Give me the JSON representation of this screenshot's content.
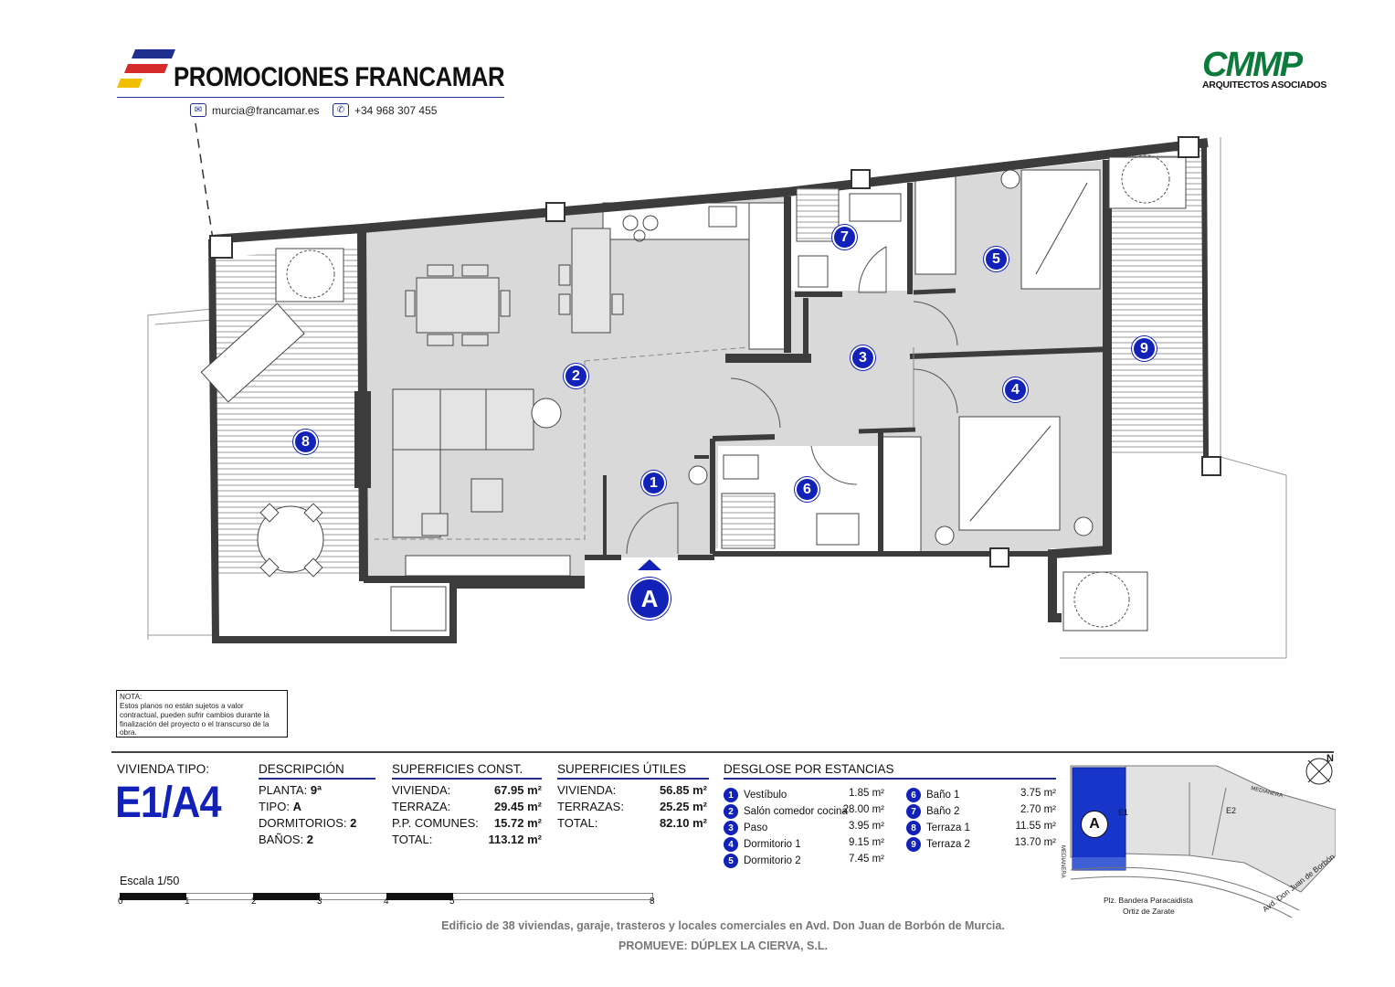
{
  "brand": {
    "name": "PROMOCIONES FRANCAMAR",
    "email": "murcia@francamar.es",
    "phone": "+34 968 307 455"
  },
  "architect": {
    "logo_text": "CMMP",
    "subtitle": "ARQUITECTOS ASOCIADOS"
  },
  "plan": {
    "room_markers": [
      "1",
      "2",
      "3",
      "4",
      "5",
      "6",
      "7",
      "8",
      "9"
    ],
    "entrance_label": "A"
  },
  "note": {
    "title": "NOTA:",
    "text": "Estos planos no están sujetos a valor contractual, pueden sufrir cambios durante la finalización del proyecto o el transcurso de la obra."
  },
  "unit": {
    "label": "VIVIENDA TIPO:",
    "code": "E1/A4"
  },
  "descripcion": {
    "heading": "DESCRIPCIÓN",
    "rows": [
      {
        "label": "PLANTA:",
        "value": "9ª"
      },
      {
        "label": "TIPO:",
        "value": "A"
      },
      {
        "label": "DORMITORIOS:",
        "value": "2"
      },
      {
        "label": "BAÑOS:",
        "value": "2"
      }
    ]
  },
  "superficies_const": {
    "heading": "SUPERFICIES CONST.",
    "rows": [
      {
        "label": "VIVIENDA:",
        "value": "67.95 m²"
      },
      {
        "label": "TERRAZA:",
        "value": "29.45 m²"
      },
      {
        "label": "P.P. COMUNES:",
        "value": "15.72 m²"
      },
      {
        "label": "TOTAL:",
        "value": "113.12 m²"
      }
    ]
  },
  "superficies_utiles": {
    "heading": "SUPERFICIES ÚTILES",
    "rows": [
      {
        "label": "VIVIENDA:",
        "value": "56.85 m²"
      },
      {
        "label": "TERRAZAS:",
        "value": "25.25 m²"
      },
      {
        "label": "TOTAL:",
        "value": "82.10 m²"
      }
    ]
  },
  "desglose": {
    "heading": "DESGLOSE POR ESTANCIAS",
    "col1": [
      {
        "num": "1",
        "name": "Vestíbulo",
        "area": "1.85 m²"
      },
      {
        "num": "2",
        "name": "Salón comedor cocina",
        "area": "28.00 m²"
      },
      {
        "num": "3",
        "name": "Paso",
        "area": "3.95 m²"
      },
      {
        "num": "4",
        "name": "Dormitorio 1",
        "area": "9.15 m²"
      },
      {
        "num": "5",
        "name": "Dormitorio 2",
        "area": "7.45 m²"
      }
    ],
    "col2": [
      {
        "num": "6",
        "name": "Baño 1",
        "area": "3.75 m²"
      },
      {
        "num": "7",
        "name": "Baño 2",
        "area": "2.70 m²"
      },
      {
        "num": "8",
        "name": "Terraza 1",
        "area": "11.55 m²"
      },
      {
        "num": "9",
        "name": "Terraza 2",
        "area": "13.70 m²"
      }
    ]
  },
  "scale": {
    "label": "Escala 1/50",
    "ticks": [
      "0",
      "1",
      "2",
      "3",
      "4",
      "5",
      "8"
    ]
  },
  "site_plan": {
    "north": "N",
    "medianera_top": "MEDIANERA",
    "medianera_left": "MEDIANERA",
    "block_a": "A",
    "e1": "E1",
    "e2": "E2",
    "street_1": "Plz. Bandera Paracaidista",
    "street_2": "Ortiz de Zarate",
    "street_3": "Avd. Don Juan de Borbón"
  },
  "footer": {
    "line1": "Edificio de 38 viviendas, garaje, trasteros y locales comerciales en Avd. Don Juan de Borbón de Murcia.",
    "line2": "PROMUEVE: DÚPLEX LA CIERVA, S.L."
  },
  "colors": {
    "accent_blue": "#1222b8",
    "rule_blue": "#1f2f8f",
    "cmmp_green": "#0c7a3b",
    "floor_grey": "#d9d9d9",
    "wall_dark": "#3c3c3c"
  }
}
